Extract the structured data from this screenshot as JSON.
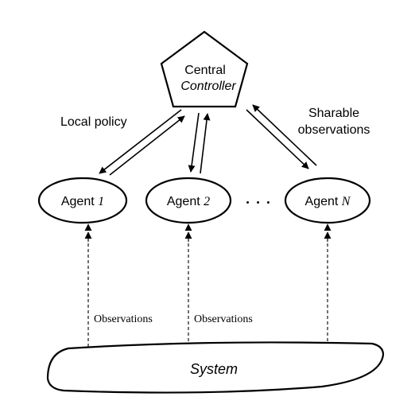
{
  "controller": {
    "line1": "Central",
    "line2": "Controller"
  },
  "labels": {
    "local_policy": "Local policy",
    "sharable_line1": "Sharable",
    "sharable_line2": "observations",
    "ellipsis": "• • •"
  },
  "agents": [
    {
      "prefix": "Agent ",
      "index": "1"
    },
    {
      "prefix": "Agent ",
      "index": "2"
    },
    {
      "prefix": "Agent ",
      "index": "N"
    }
  ],
  "observations": [
    "Observations",
    "Observations"
  ],
  "system": {
    "label": "System"
  }
}
